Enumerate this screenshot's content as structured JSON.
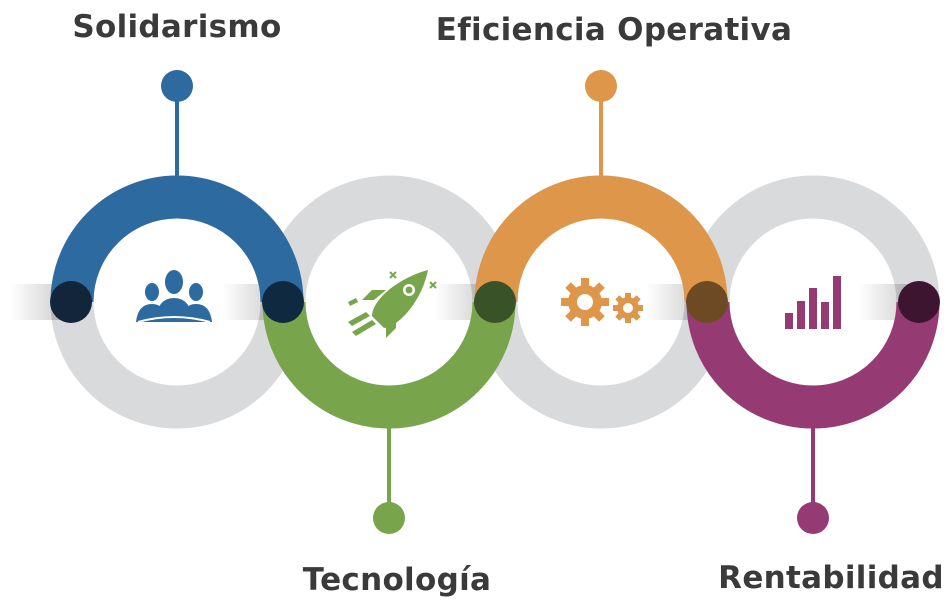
{
  "colors": {
    "ring_gray": "#d9dadc",
    "blue": "#2d6aa0",
    "green": "#78a54c",
    "orange": "#de964b",
    "purple": "#963a74",
    "label_text": "#3a3a3a"
  },
  "stages": [
    {
      "label": "Solidarismo",
      "icon": "people-group-icon",
      "color": "#2d6aa0"
    },
    {
      "label": "Tecnología",
      "icon": "rocket-icon",
      "color": "#78a54c"
    },
    {
      "label": "Eficiencia Operativa",
      "icon": "gears-icon",
      "color": "#de964b"
    },
    {
      "label": "Rentabilidad",
      "icon": "bar-chart-icon",
      "color": "#963a74"
    }
  ]
}
